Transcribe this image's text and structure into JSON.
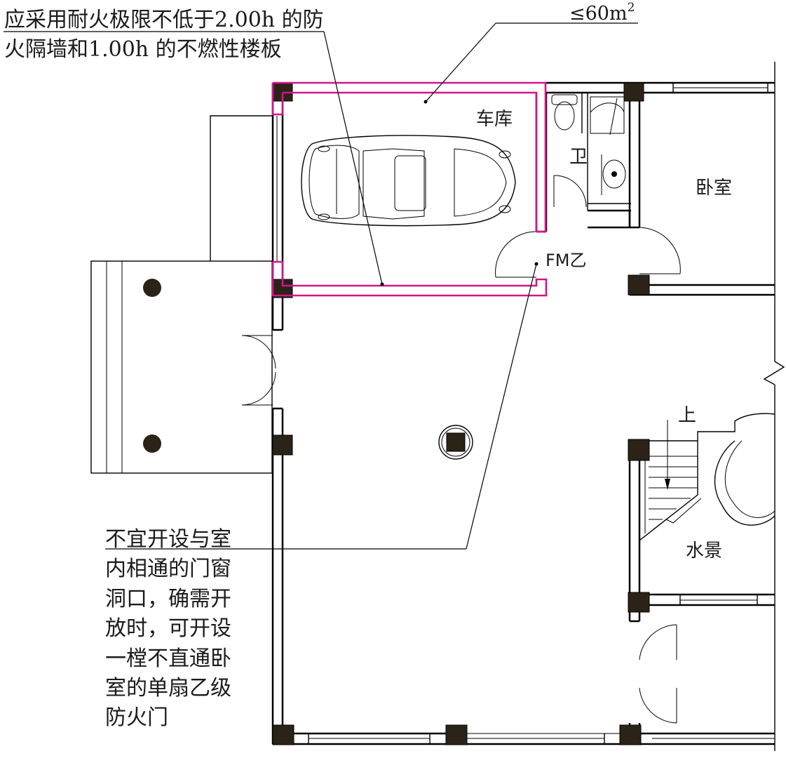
{
  "annotations": {
    "fire_wall_line1": "应采用耐火极限不低于2.00h 的防",
    "fire_wall_line2": "火隔墙和1.00h 的不燃性楼板",
    "area_limit": "≤60m",
    "area_limit_sup": "2",
    "opening_note": [
      "不宜开设与室",
      "内相通的门窗",
      "洞口，确需开",
      "放时，可开设",
      "一樘不直通卧",
      "室的单扇乙级",
      "防火门"
    ]
  },
  "rooms": {
    "garage": "车库",
    "bathroom": "卫",
    "bedroom": "卧室",
    "water_feature": "水景",
    "stair_up": "上",
    "fire_door": "FM乙"
  },
  "colors": {
    "fire_boundary": "#d4148c",
    "column_fill": "#2b2318",
    "line": "#000000"
  }
}
